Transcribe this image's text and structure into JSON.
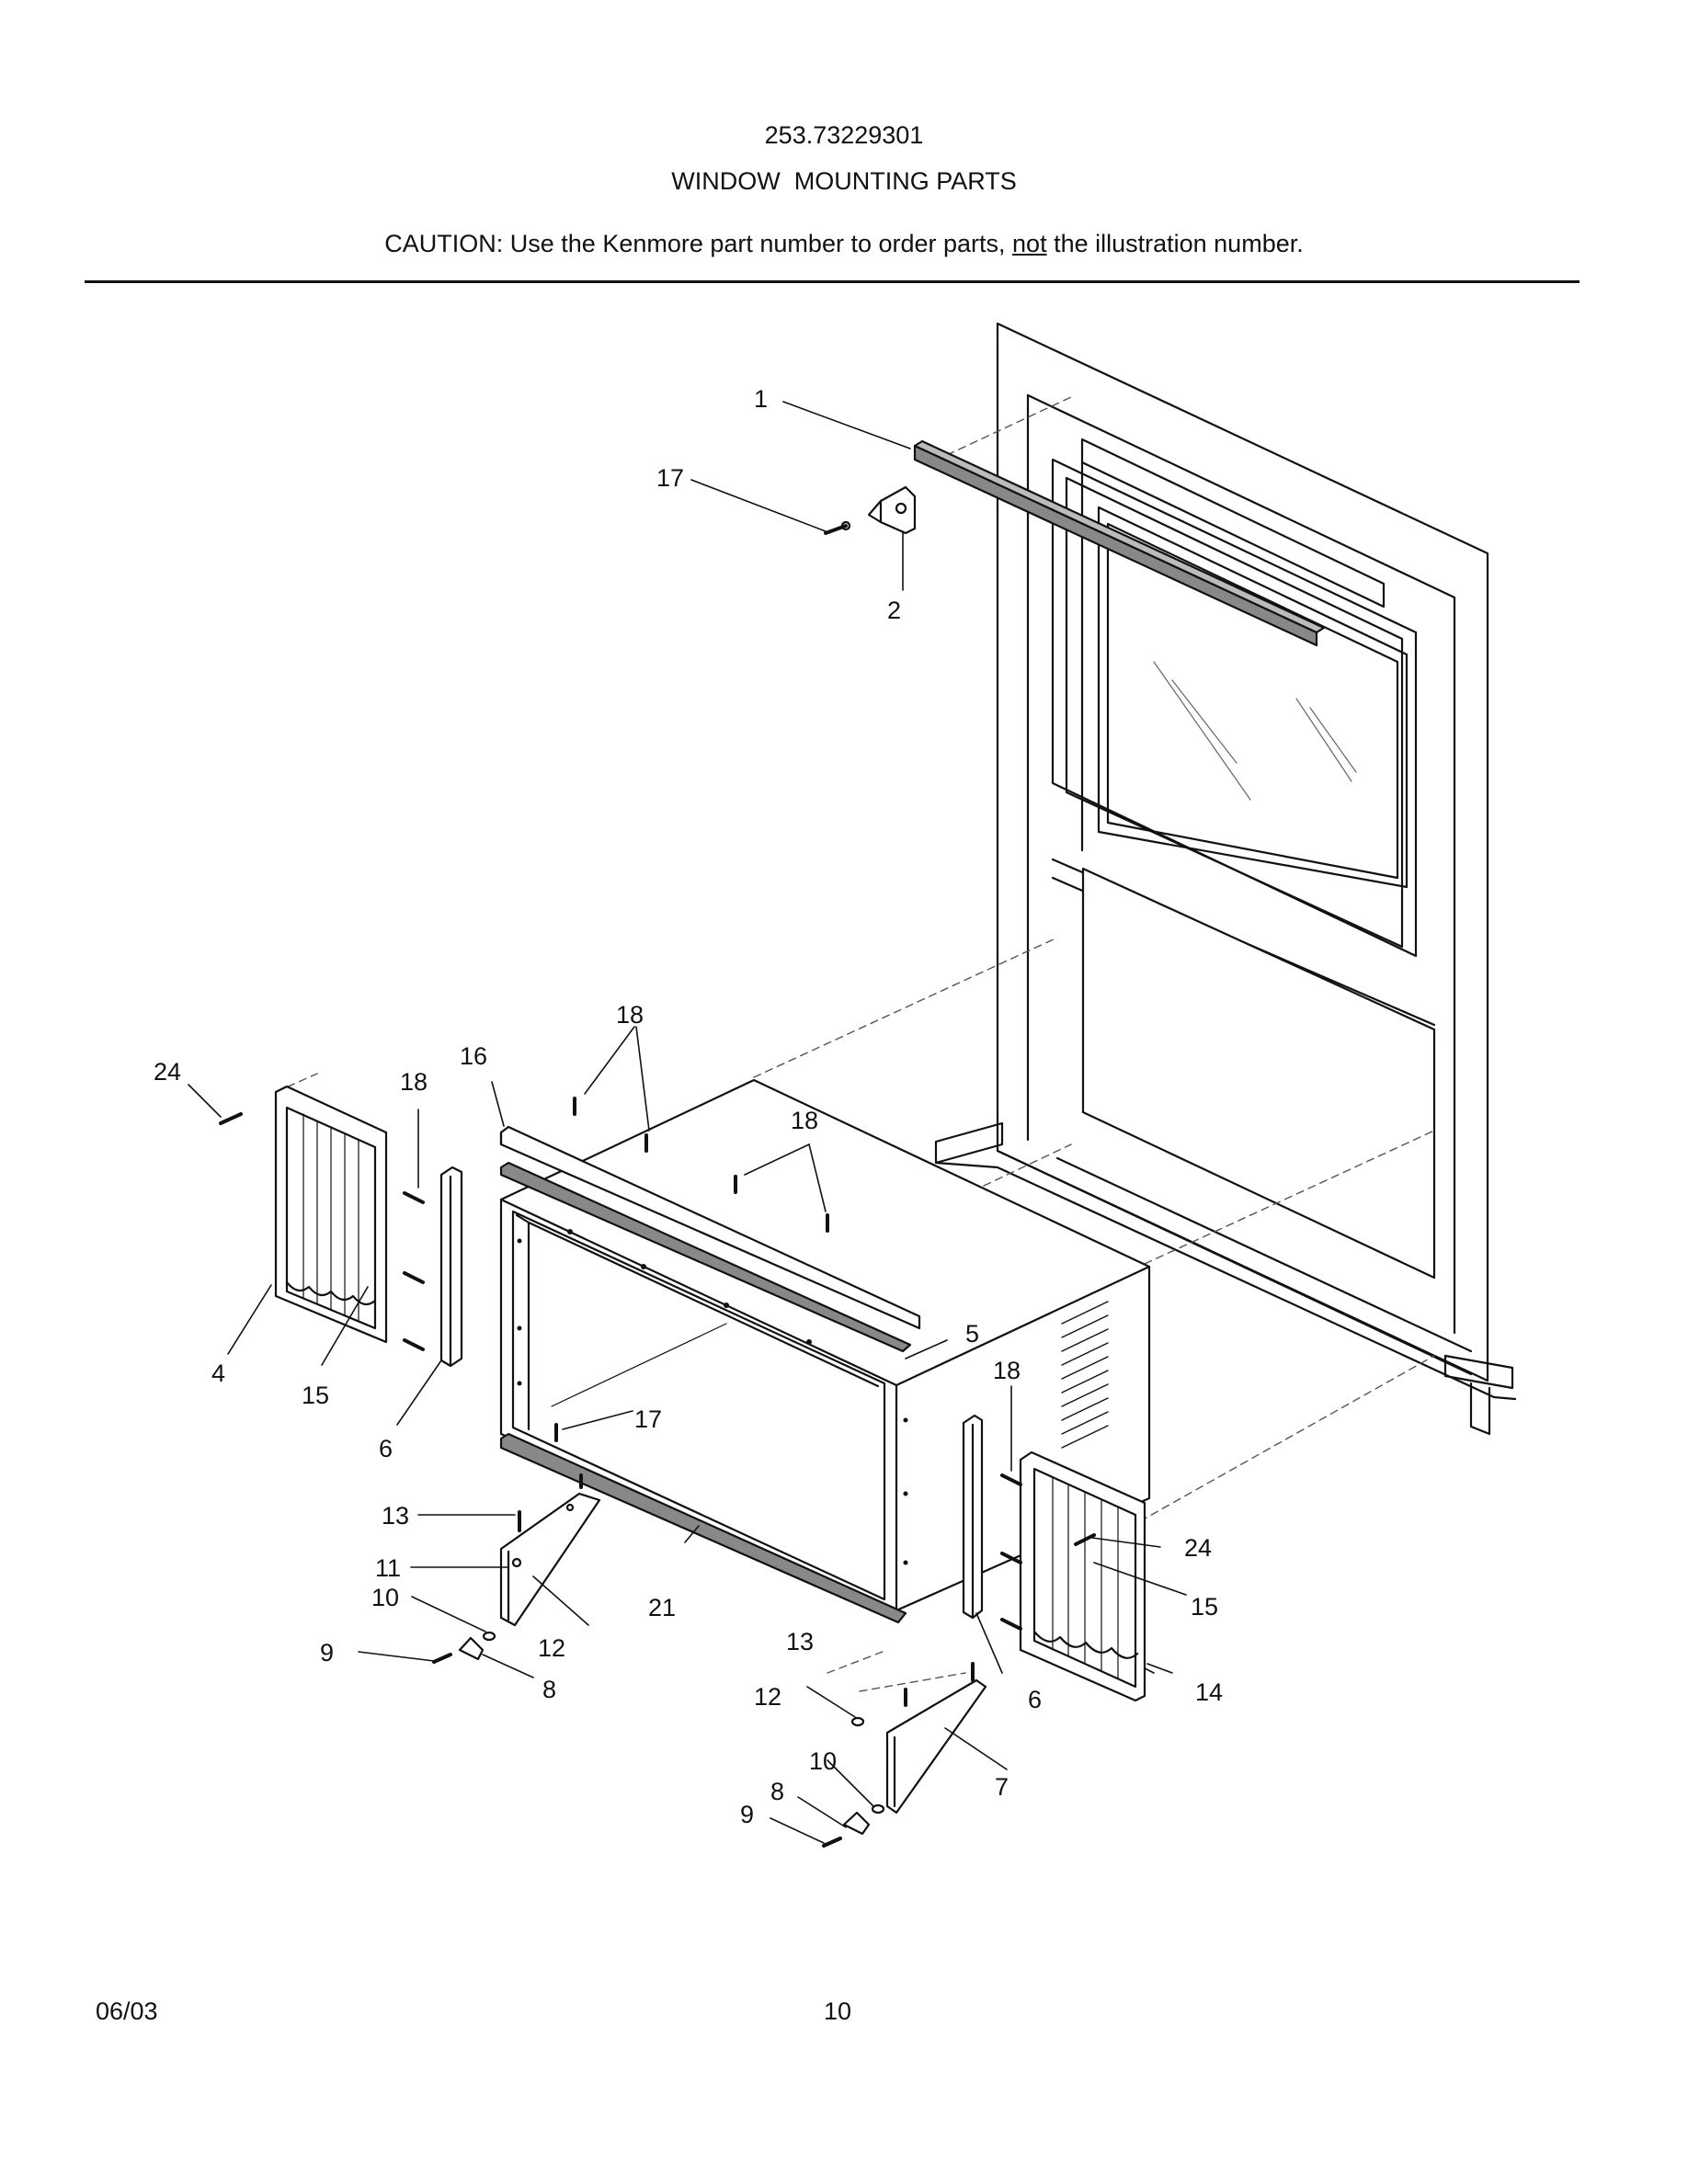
{
  "header": {
    "model_number": "253.73229301",
    "title": "WINDOW  MOUNTING PARTS",
    "caution_prefix": "CAUTION: Use the Kenmore part number to order parts, ",
    "caution_emphasis": "not",
    "caution_suffix": " the illustration number."
  },
  "footer": {
    "date": "06/03",
    "page": "10"
  },
  "callouts": {
    "c1": "1",
    "c2": "2",
    "c4": "4",
    "c5": "5",
    "c6a": "6",
    "c6b": "6",
    "c7": "7",
    "c8a": "8",
    "c8b": "8",
    "c9a": "9",
    "c9b": "9",
    "c10a": "10",
    "c10b": "10",
    "c11": "11",
    "c12a": "12",
    "c12b": "12",
    "c13a": "13",
    "c13b": "13",
    "c14": "14",
    "c15a": "15",
    "c15b": "15",
    "c16": "16",
    "c17a": "17",
    "c17b": "17",
    "c18a": "18",
    "c18b": "18",
    "c18c": "18",
    "c18d": "18",
    "c21": "21",
    "c24a": "24",
    "c24b": "24"
  }
}
